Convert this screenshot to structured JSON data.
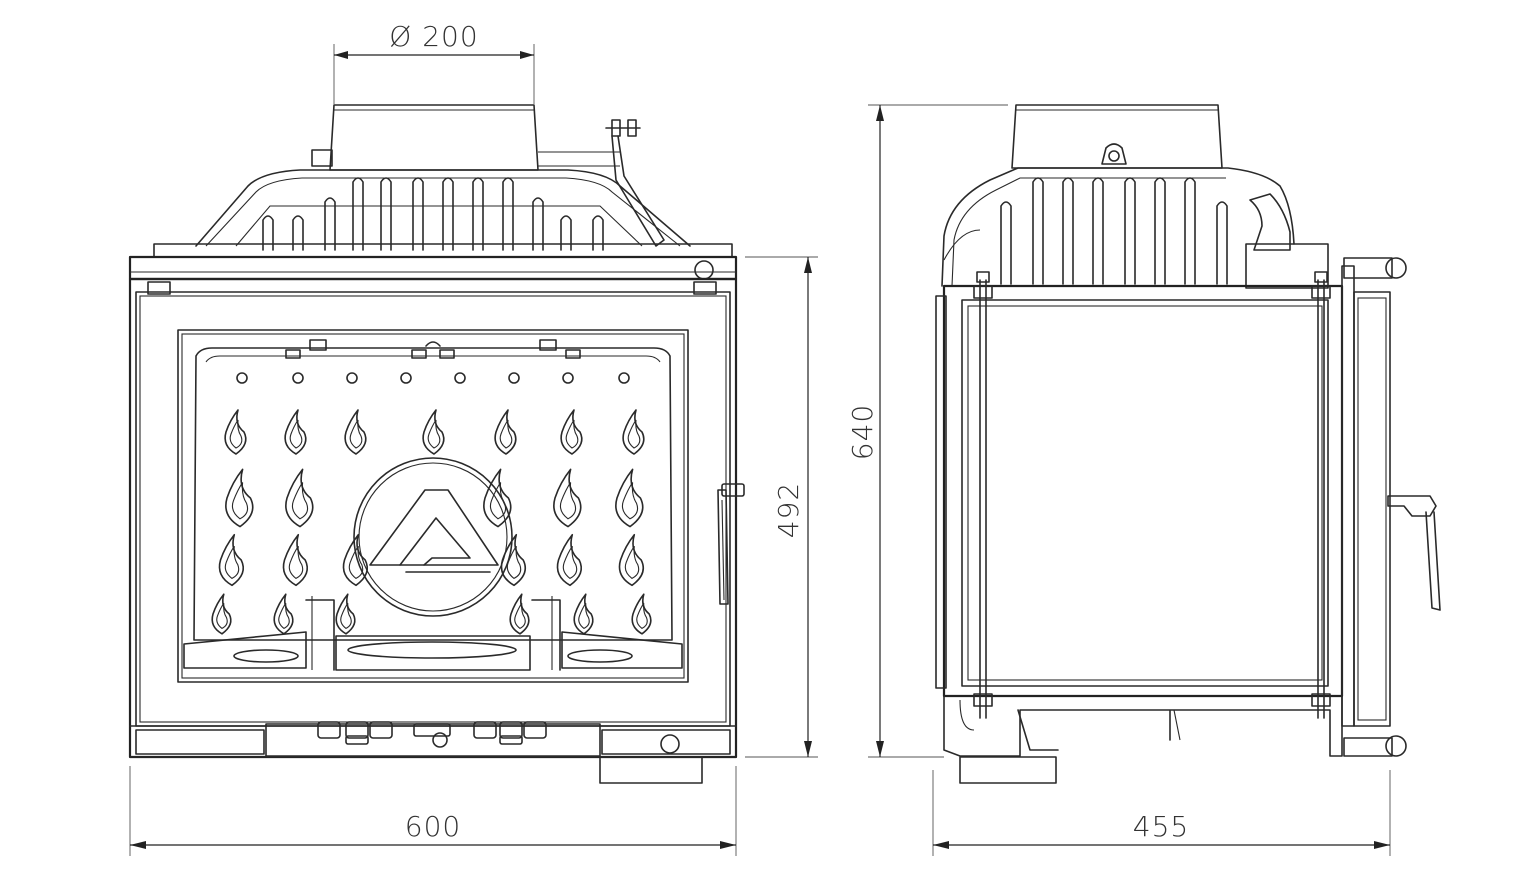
{
  "dimensions": {
    "flue_diameter": "Ø 200",
    "front_width": "600",
    "side_depth": "455",
    "body_height": "492",
    "total_height": "640"
  },
  "colors": {
    "line": "#2a2a2a",
    "background": "#ffffff"
  },
  "icons": {
    "brand_logo": "triangle-logo-icon"
  }
}
